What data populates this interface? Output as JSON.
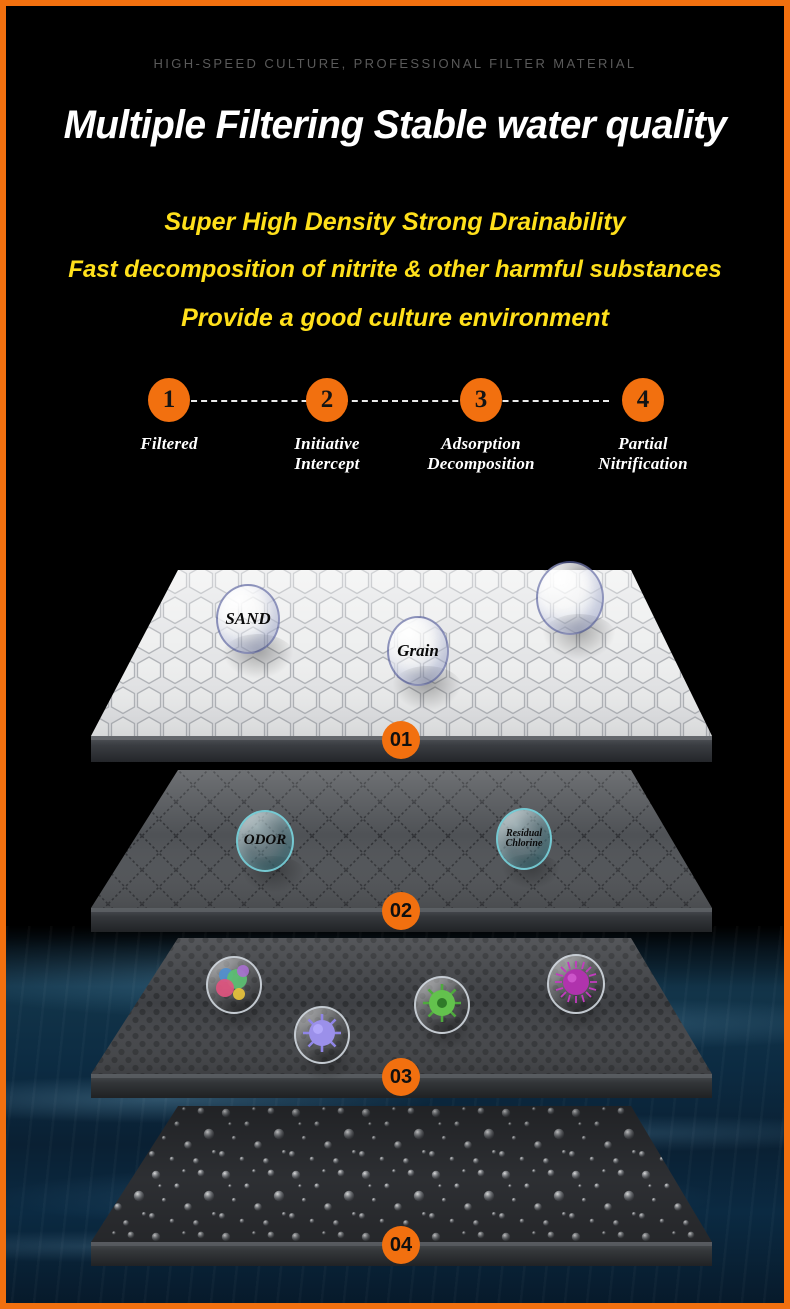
{
  "theme": {
    "accent_orange": "#F2700F",
    "headline_white": "#FFFFFF",
    "subline_yellow": "#FFE01B",
    "eyebrow_gray": "#5A5A5A",
    "background_black": "#000000",
    "water_blue": "#123449"
  },
  "header": {
    "eyebrow": "HIGH-SPEED CULTURE, PROFESSIONAL FILTER MATERIAL",
    "headline": "Multiple Filtering Stable water quality",
    "sublines": [
      "Super High Density Strong Drainability",
      "Fast decomposition of nitrite & other harmful substances",
      "Provide a good culture environment"
    ]
  },
  "steps": [
    {
      "number": "1",
      "label_line1": "Filtered",
      "label_line2": ""
    },
    {
      "number": "2",
      "label_line1": "Initiative",
      "label_line2": "Intercept"
    },
    {
      "number": "3",
      "label_line1": "Adsorption",
      "label_line2": "Decomposition"
    },
    {
      "number": "4",
      "label_line1": "Partial",
      "label_line2": "Nitrification"
    }
  ],
  "layers": [
    {
      "badge": "01",
      "texture": "hexagonal-mesh-light",
      "bubbles": [
        {
          "label_line1": "SAND",
          "label_line2": ""
        },
        {
          "label_line1": "Grain",
          "label_line2": ""
        },
        {
          "label_line1": "",
          "label_line2": ""
        }
      ]
    },
    {
      "badge": "02",
      "texture": "diamond-crosshatch-dark",
      "bubbles": [
        {
          "label_line1": "ODOR",
          "label_line2": ""
        },
        {
          "label_line1": "Residual",
          "label_line2": "Chlorine"
        }
      ]
    },
    {
      "badge": "03",
      "texture": "fine-hex-dot-dark",
      "bubbles": [
        {
          "label_line1": "",
          "label_line2": "",
          "germ": "bacteria-cluster"
        },
        {
          "label_line1": "",
          "label_line2": "",
          "germ": "virus-violet"
        },
        {
          "label_line1": "",
          "label_line2": "",
          "germ": "virus-green"
        },
        {
          "label_line1": "",
          "label_line2": "",
          "germ": "virus-magenta"
        }
      ]
    },
    {
      "badge": "04",
      "texture": "water-droplets-dark",
      "bubbles": []
    }
  ]
}
